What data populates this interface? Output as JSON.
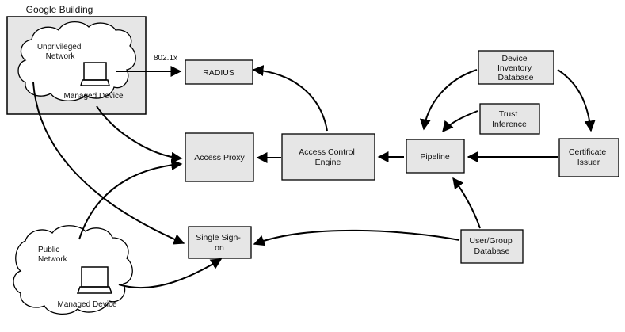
{
  "colors": {
    "box_fill": "#e6e6e6",
    "building_fill": "#e6e6e6",
    "stroke": "#000000",
    "cloud_fill": "#ffffff"
  },
  "google_building": {
    "title": "Google Building",
    "network_label": [
      "Unprivileged",
      "Network"
    ],
    "device_label": "Managed Device",
    "device_icon": "laptop-icon"
  },
  "public_network": {
    "network_label": [
      "Public",
      "Network"
    ],
    "device_label": "Managed Device",
    "device_icon": "laptop-icon"
  },
  "radius_link_label": "802.1x",
  "boxes": {
    "radius": [
      "RADIUS"
    ],
    "access_proxy": [
      "Access Proxy"
    ],
    "access_control_engine": [
      "Access Control",
      "Engine"
    ],
    "pipeline": [
      "Pipeline"
    ],
    "device_inventory_db": [
      "Device",
      "Inventory",
      "Database"
    ],
    "trust_inference": [
      "Trust",
      "Inference"
    ],
    "certificate_issuer": [
      "Certificate",
      "Issuer"
    ],
    "single_sign_on": [
      "Single Sign-",
      "on"
    ],
    "user_group_db": [
      "User/Group",
      "Database"
    ]
  }
}
